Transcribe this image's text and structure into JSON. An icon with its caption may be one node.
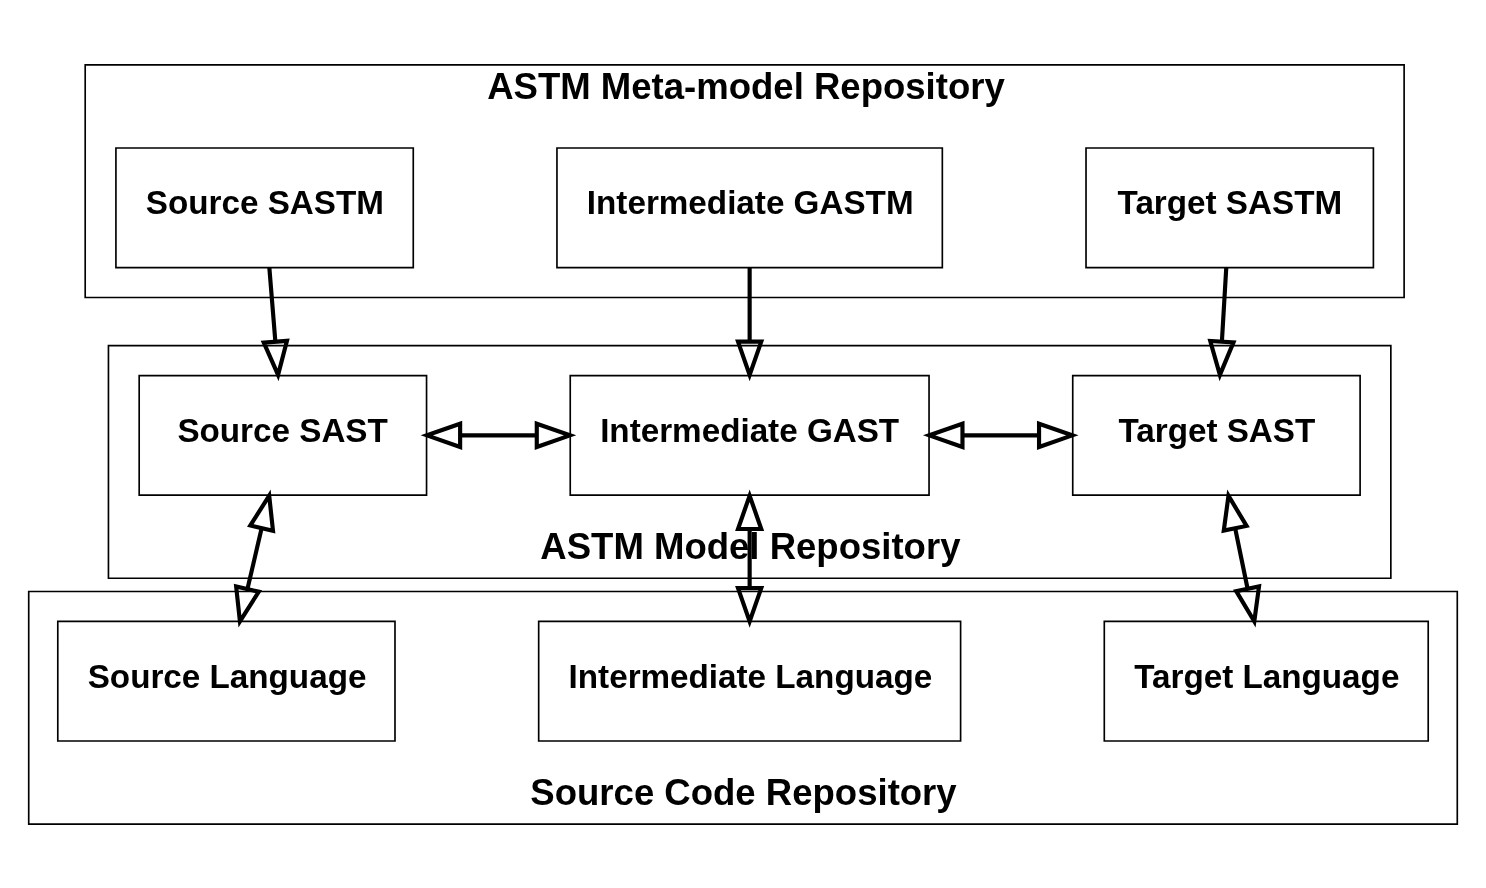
{
  "diagram": {
    "nodes": [
      {
        "text": [
          "ASTM Meta-model Repository"
        ]
      },
      {
        "text": [
          "Source SASTM"
        ],
        "in": 0
      },
      {
        "text": [
          "Intermediate GASTM"
        ],
        "in": 0
      },
      {
        "text": [
          "Target SASTM"
        ],
        "in": 0
      },
      {
        "text": [
          "ASTM Model Repository"
        ]
      },
      {
        "text": [
          "Source SAST"
        ],
        "in": 4
      },
      {
        "text": [
          "Intermediate GAST"
        ],
        "in": 4
      },
      {
        "text": [
          "Target SAST"
        ],
        "in": 4
      },
      {
        "text": [
          "Source Code Repository"
        ]
      },
      {
        "text": [
          "Source Language"
        ],
        "in": 8
      },
      {
        "text": [
          "Intermediate Language"
        ],
        "in": 8
      },
      {
        "text": [
          "Target Language"
        ],
        "in": 8
      }
    ],
    "edges": [
      {
        "from": 1,
        "to": 5,
        "arrow": "to"
      },
      {
        "from": 2,
        "to": 6,
        "arrow": "to"
      },
      {
        "from": 3,
        "to": 7,
        "arrow": "to"
      },
      {
        "from": 5,
        "to": 6,
        "arrow": "both"
      },
      {
        "from": 6,
        "to": 7,
        "arrow": "both"
      },
      {
        "from": 5,
        "to": 9,
        "arrow": "both"
      },
      {
        "from": 6,
        "to": 10,
        "arrow": "both"
      },
      {
        "from": 7,
        "to": 11,
        "arrow": "both"
      }
    ]
  }
}
